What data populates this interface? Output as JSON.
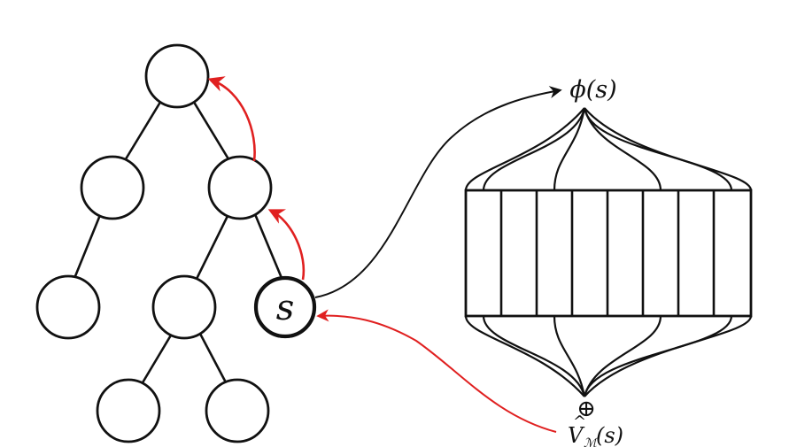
{
  "tree": {
    "nodes": [
      {
        "id": "root",
        "label": ""
      },
      {
        "id": "l1-left",
        "label": ""
      },
      {
        "id": "l1-right",
        "label": ""
      },
      {
        "id": "l2-left",
        "label": ""
      },
      {
        "id": "l2-mid",
        "label": ""
      },
      {
        "id": "s",
        "label": "s",
        "highlighted": true
      },
      {
        "id": "l3-left",
        "label": ""
      },
      {
        "id": "l3-right",
        "label": ""
      }
    ],
    "edges": [
      [
        "root",
        "l1-left"
      ],
      [
        "root",
        "l1-right"
      ],
      [
        "l1-left",
        "l2-left"
      ],
      [
        "l1-right",
        "l2-mid"
      ],
      [
        "l1-right",
        "s"
      ],
      [
        "l2-mid",
        "l3-left"
      ],
      [
        "l2-mid",
        "l3-right"
      ]
    ],
    "backup_arrows": [
      [
        "s",
        "l1-right"
      ],
      [
        "l1-right",
        "root"
      ]
    ]
  },
  "network": {
    "columns": 8,
    "output_label": "ϕ(s)",
    "combine_symbol": "⊕",
    "value_label_hat": "^",
    "value_label_base": "V",
    "value_label_sub": "ℳ",
    "value_label_arg": "(s)"
  },
  "colors": {
    "stroke": "#111111",
    "backup_arrow": "#e02020",
    "background": "#ffffff"
  }
}
